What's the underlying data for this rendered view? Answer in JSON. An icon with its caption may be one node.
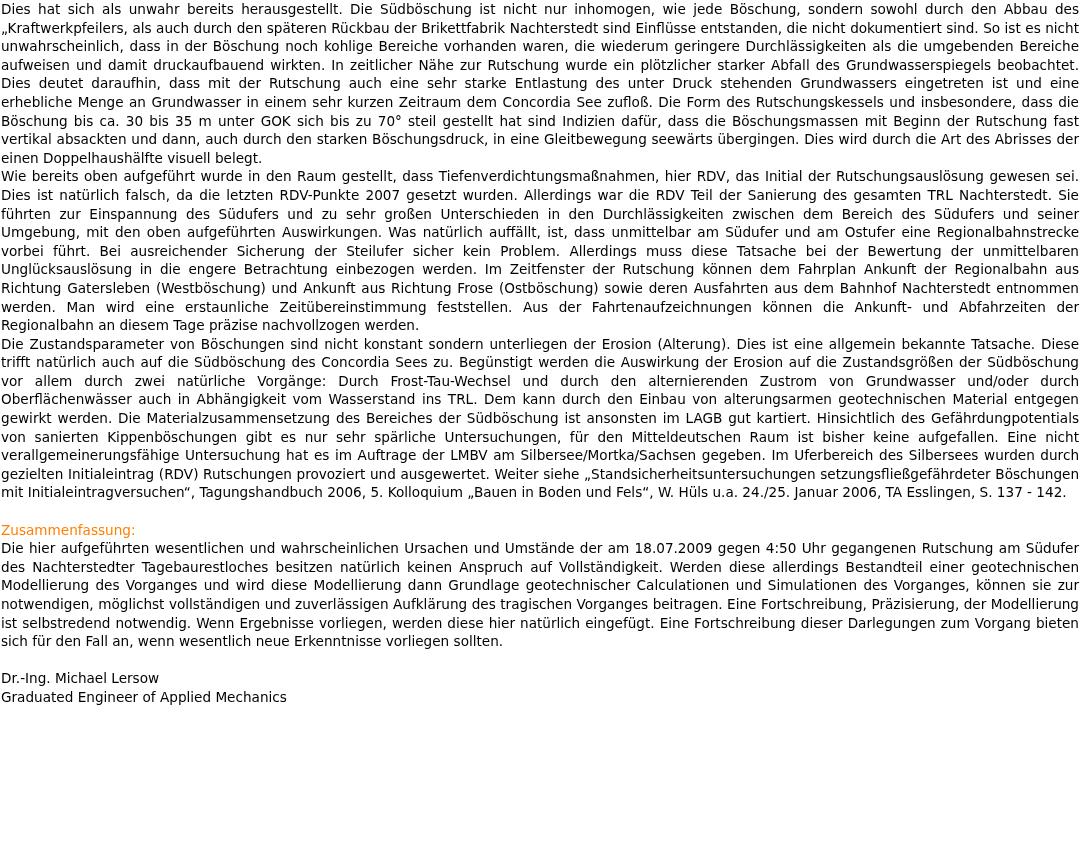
{
  "diagram": {
    "labels": [
      "Dies hat sich als unwahr bereits herausgestellt. Die Südböschung ist nicht nur inhomogen, wie jede Böschung, sondern sowohl durch den Abbau des „Kraftwerkpfeilers, als auch durch den späteren Rückbau der Brikettfabrik Nachterstedt sind Einflüsse entstanden, die nicht dokumentiert sind. So ist es nicht unwahrscheinlich, dass in der Böschung noch kohlige Bereiche vorhanden waren, die wiederum geringere Durchlässigkeiten als die umgebenden Bereiche aufweisen und damit druckaufbauend wirkten. In zeitlicher Nähe zur Rutschung wurde ein plötzlicher starker Abfall des Grundwasserspiegels beobachtet. Dies deutet daraufhin, dass mit der Rutschung auch eine sehr starke Entlastung des unter Druck stehenden Grundwassers eingetreten ist und eine erhebliche Menge an Grundwasser in einem sehr kurzen Zeitraum dem Concordia See zufloß. Die Form des Rutschungskessels und insbesondere, dass die Böschung bis ca. 30 bis 35 m unter GOK sich bis zu 70° steil gestellt hat sind Indizien dafür, dass die Böschungsmassen mit Beginn der Rutschung fast vertikal absackten und dann, auch durch den starken Böschungsdruck, in eine Gleitbewegung seewärts übergingen. Dies wird durch die Art des Abrisses der einen Doppelhaushälfte visuell belegt.",
      "Wie bereits oben aufgeführt wurde in den Raum gestellt, dass Tiefenverdichtungsmaßnahmen, hier RDV, das Initial der Rutschungsauslösung gewesen sei. Dies ist natürlich falsch, da die letzten RDV-Punkte 2007 gesetzt wurden. Allerdings war die RDV Teil der Sanierung des gesamten TRL Nachterstedt. Sie führten zur Einspannung des Südufers und zu sehr großen Unterschieden in den Durchlässigkeiten zwischen dem Bereich des Südufers und seiner Umgebung, mit den oben aufgeführten Auswirkungen. Was natürlich auffällt, ist, dass unmittelbar am Südufer und am Ostufer eine Regionalbahnstrecke vorbei führt. Bei ausreichender Sicherung der Steilufer sicher kein Problem. Allerdings muss diese Tatsache bei der Bewertung der unmittelbaren Unglücksauslösung in die engere Betrachtung einbezogen werden. Im Zeitfenster der Rutschung können dem Fahrplan Ankunft der Regionalbahn aus Richtung Gatersleben (Westböschung) und Ankunft aus Richtung Frose (Ostböschung) sowie deren Ausfahrten aus dem Bahnhof Nachterstedt entnommen werden. Man wird eine erstaunliche Zeitübereinstimmung feststellen. Aus der Fahrtenaufzeichnungen können die Ankunft- und Abfahrzeiten der Regionalbahn an diesem Tage präzise nachvollzogen werden.",
      "Die Zustandsparameter von Böschungen sind nicht konstant sondern unterliegen der Erosion (Alterung). Dies ist eine allgemein bekannte Tatsache. Diese trifft natürlich auch auf die Südböschung des Concordia Sees zu. Begünstigt werden die Auswirkung der Erosion auf die Zustandsgrößen der Südböschung vor allem durch zwei natürliche Vorgänge: Durch Frost-Tau-Wechsel und durch den alternierenden Zustrom von Grundwasser und/oder durch Oberflächenwässer auch in Abhängigkeit vom Wasserstand ins TRL. Dem kann durch den Einbau von alterungsarmen geotechnischen Material entgegen gewirkt werden. Die Materialzusammensetzung des Bereiches der Südböschung ist ansonsten im LAGB gut kartiert. Hinsichtlich des Gefährdungpotentials von sanierten Kippenböschungen gibt es nur sehr spärliche Untersuchungen, für den Mitteldeutschen Raum ist bisher keine aufgefallen. Eine nicht verallgemeinerungsfähige Untersuchung hat es im Auftrage der LMBV am Silbersee/Mortka/Sachsen gegeben. Im Uferbereich des Silbersees wurden durch gezielten Initialeintrag (RDV) Rutschungen provoziert und ausgewertet. Weiter siehe „Standsicherheitsuntersuchungen setzungsfließgefährdeter Böschungen mit Initialeintragversuchen“, Tagungshandbuch 2006, 5. Kolloquium „Bauen in Boden und Fels“, W. Hüls u.a. 24./25. Januar 2006, TA Esslingen, S. 137 - 142.",
      "Zusammenfassung:",
      "Die hier aufgeführten wesentlichen und wahrscheinlichen Ursachen und Umstände der am 18.07.2009 gegen 4:50 Uhr gegangenen Rutschung am Südufer des Nachterstedter Tagebaurestloches besitzen natürlich keinen Anspruch auf Vollständigkeit. Werden diese allerdings Bestandteil einer geotechnischen Modellierung des Vorganges und wird diese Modellierung dann Grundlage geotechnischer Calculationen und Simulationen des Vorganges, können sie zur notwendigen, möglichst vollständigen und zuverlässigen Aufklärung des tragischen Vorganges beitragen. Eine Fortschreibung, Präzisierung, der Modellierung ist selbstredend notwendig. Wenn Ergebnisse vorliegen, werden diese hier natürlich eingefügt. Eine Fortschreibung dieser Darlegungen zum Vorgang bieten sich für den Fall an, wenn wesentlich neue Erkenntnisse vorliegen sollten.",
      "Dr.-Ing. Michael Lersow",
      "Graduated Engineer of Applied Mechanics"
    ]
  }
}
